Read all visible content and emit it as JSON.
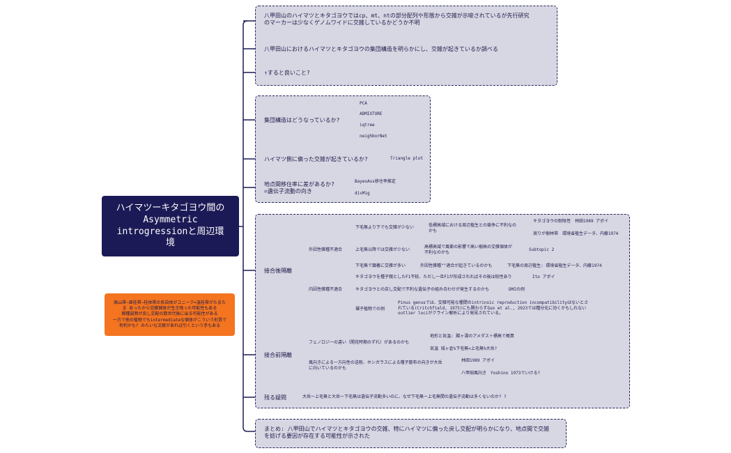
{
  "root": {
    "title": "ハイマツーキタゴヨウ間の\nAsymmetric\nintrogressionと周辺環\n境"
  },
  "note": {
    "text": "高山帯~亜桂帯~桂体帯の系自体がユニーク=温桂帯がたまた\nま あったから交雑個体が生き残った可能性もある\n雑種弱勢が戻し交配の数世代後に出る可能性がある\n一方で他の植物でもintermediateな個体がこういう形質で\n有利かも? みたいな文献があれば引くという手もある"
  },
  "box1": {
    "item1": "八甲田山のハイマツとキタゴヨウではcp、mt、ntの部分配列や形態から交雑が示唆されているが先行研究\nのマーカーは少なくゲノムワイドに交雑しているかどうか不明",
    "item2": "八甲田山におけるハイマツとキタゴヨウの集団構造を明らかにし、交雑が起きているか調べる",
    "item3": "↑すると良いこと?"
  },
  "box2": {
    "q1": "集団構造はどうなっているか?",
    "q1_children": [
      "PCA",
      "ADMIXTURE",
      "iqtree",
      "neighborNet"
    ],
    "q2": "ハイマツ側に偏った交雑が起きているか?",
    "q2_child": "Triangle plot",
    "q3": "地点間移住率に差があるか?\n=遺伝子流動の向き",
    "q3_children": [
      "BayesAss移住率推定",
      "divMig"
    ]
  },
  "box3": {
    "post": "接合後隔離",
    "ext": "外因性雑種不適合",
    "ext_a": "下毛無より下でも交雑が少ない",
    "ext_a1": "低標高域における周辺植生との競争に不利なの\nかも",
    "ext_a1a": "キタゴヨウの耐陰性　林田1989 アボイ",
    "ext_a1b": "周りが樹林帯　環境省植生データ、内藤1974",
    "ext_b": "上毛無以降では交雑が少ない",
    "ext_b1": "高標高域で風衝の影響で高い樹高の交雑個体が\n不利なのかも",
    "ext_b1a": "Subtopic 2",
    "ext_c": "下毛無で顕著に交雑が多い",
    "ext_c1": "外因性雑種\"\"適合が起きているのかも",
    "ext_c1a": "下毛無の周辺植生: 環境省植生データ、内藤1974",
    "int": "内因性雑種不適合",
    "int_a": "キタゴヨウを種子親としたF1不稔、ただし一旦F1が形成されればその後は稔性あり",
    "int_a1": "Ito アボイ",
    "int_b": "キタゴヨウとの戻し交配で不利な遺伝子の組み合わせが発生するのかも",
    "int_b1": "DMIの例",
    "int_c": "裸子植物での例",
    "int_c1": "Pinus genusでは、交雑可能な種間のintrinsic reproduction incompatibilityはないとさ\nれている(Critchfield, 1975)にも関わらずGuo et al., 2023では種分化に効くかもしれない\noutlier lociがクライン解析により発見されている。",
    "pre": "接合前隔離",
    "phen": "フェノロジーの違い（開花時期のずれ）があるのかも",
    "phen1": "地形と気温: 酸ヶ湯のアメダス＋標高で概算",
    "phen2": "気温 城ヶ倉%下毛無<上毛無%大岳?",
    "wind": "風向きによる一方向性の送粉、ホシガラスによる種子散布の向きが大岳\nに向いているのかも",
    "wind1": "林田1989 アボイ",
    "wind2": "八甲田風向き　Yoshino 1973でいける?",
    "remain": "残る疑問",
    "remain1": "大岳ー上毛無と大岳ー下毛無は遺伝子流動多いのに、なぜ下毛無ー上毛無間の遺伝子流動は多くないのか? ?"
  },
  "box4": {
    "summary": "まとめ: 八甲田山でハイマツとキタゴヨウの交雑、特にハイマツに偏った戻し交配が明らかになり、地点間で交雑\nを妨げる要因が存在する可能性が示された"
  }
}
